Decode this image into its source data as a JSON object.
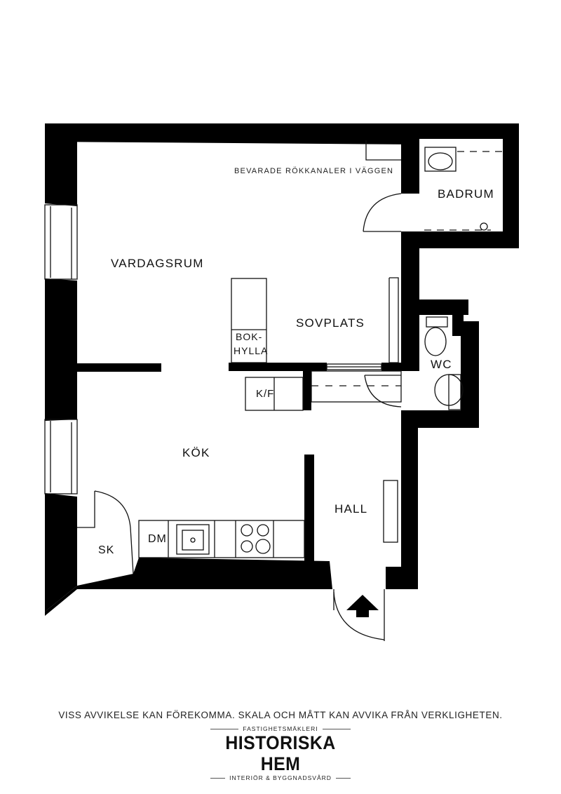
{
  "plan": {
    "rooms": {
      "vardagsrum": "VARDAGSRUM",
      "sovplats": "SOVPLATS",
      "kok": "KÖK",
      "hall": "HALL",
      "badrum": "BADRUM",
      "wc": "WC",
      "sk": "SK",
      "dm": "DM",
      "kf": "K/F",
      "bokhylla_line1": "BOK-",
      "bokhylla_line2": "HYLLA"
    },
    "note": "BEVARADE RÖKKANALER I VÄGGEN"
  },
  "footer": {
    "disclaimer": "VISS AVVIKELSE KAN FÖREKOMMA. SKALA OCH MÅTT KAN AVVIKA FRÅN VERKLIGHETEN.",
    "logo": {
      "top": "FASTIGHETSMÄKLERI",
      "name": "HISTORISKA HEM",
      "bottom": "INTERIÖR & BYGGNADSVÅRD"
    }
  },
  "colors": {
    "wall": "#000000",
    "line": "#111111",
    "background": "#ffffff"
  }
}
